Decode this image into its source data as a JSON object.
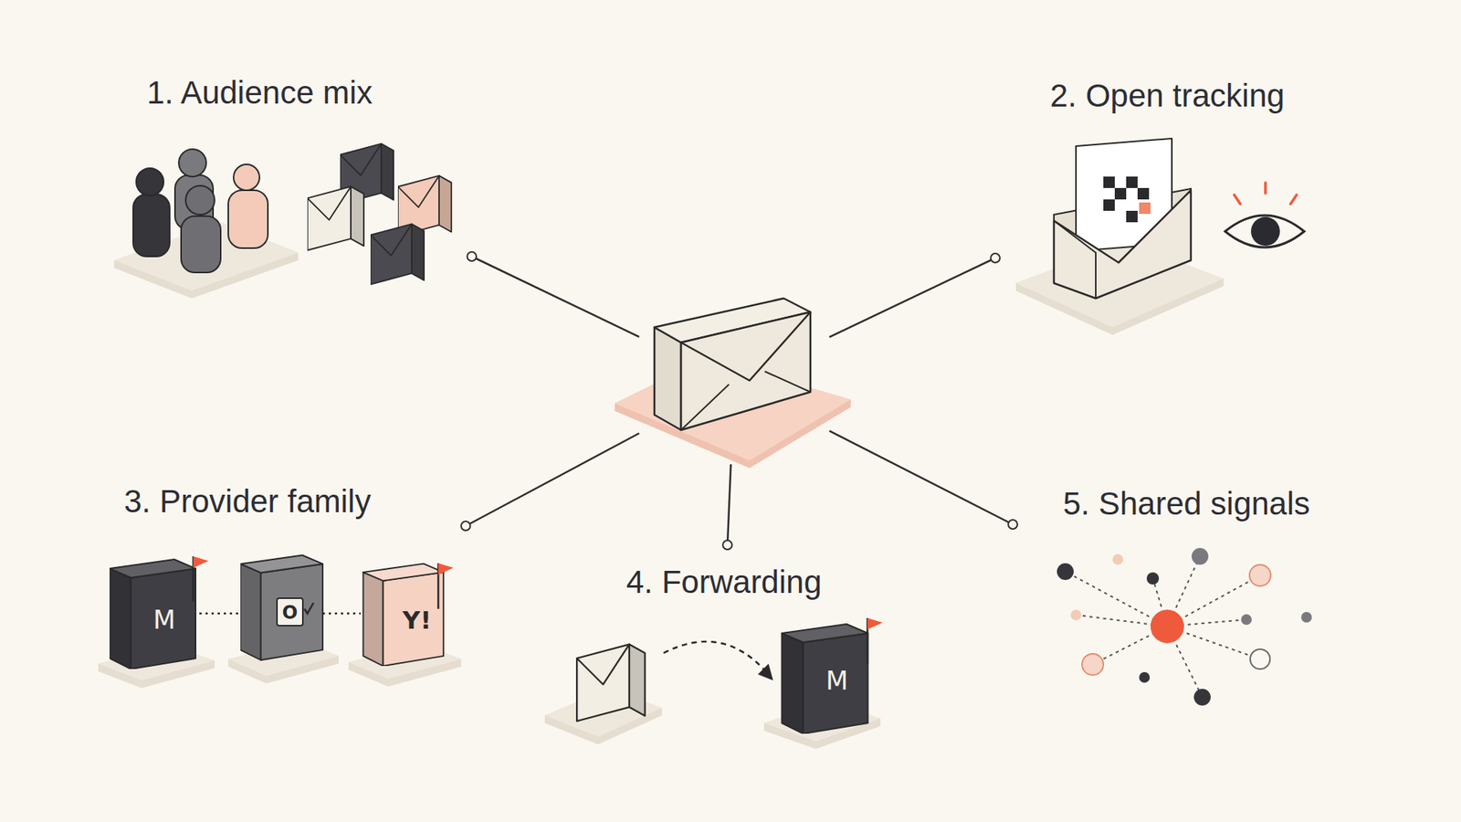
{
  "diagram": {
    "nodes": [
      {
        "text": [
          "1. Audience mix"
        ]
      },
      {
        "text": [
          "2. Open tracking"
        ]
      },
      {
        "text": []
      },
      {
        "text": [
          "3. Provider family"
        ]
      },
      {
        "text": [
          "4. Forwarding"
        ]
      },
      {
        "text": [
          "5. Shared signals"
        ]
      }
    ],
    "edges": [
      {
        "from": 2,
        "to": 0,
        "arrow": "none"
      },
      {
        "from": 2,
        "to": 1,
        "arrow": "none"
      },
      {
        "from": 2,
        "to": 3,
        "arrow": "none"
      },
      {
        "from": 2,
        "to": 4,
        "arrow": "none"
      },
      {
        "from": 2,
        "to": 5,
        "arrow": "none"
      }
    ],
    "labels": [
      "M",
      "O",
      "Y!",
      "M"
    ]
  }
}
